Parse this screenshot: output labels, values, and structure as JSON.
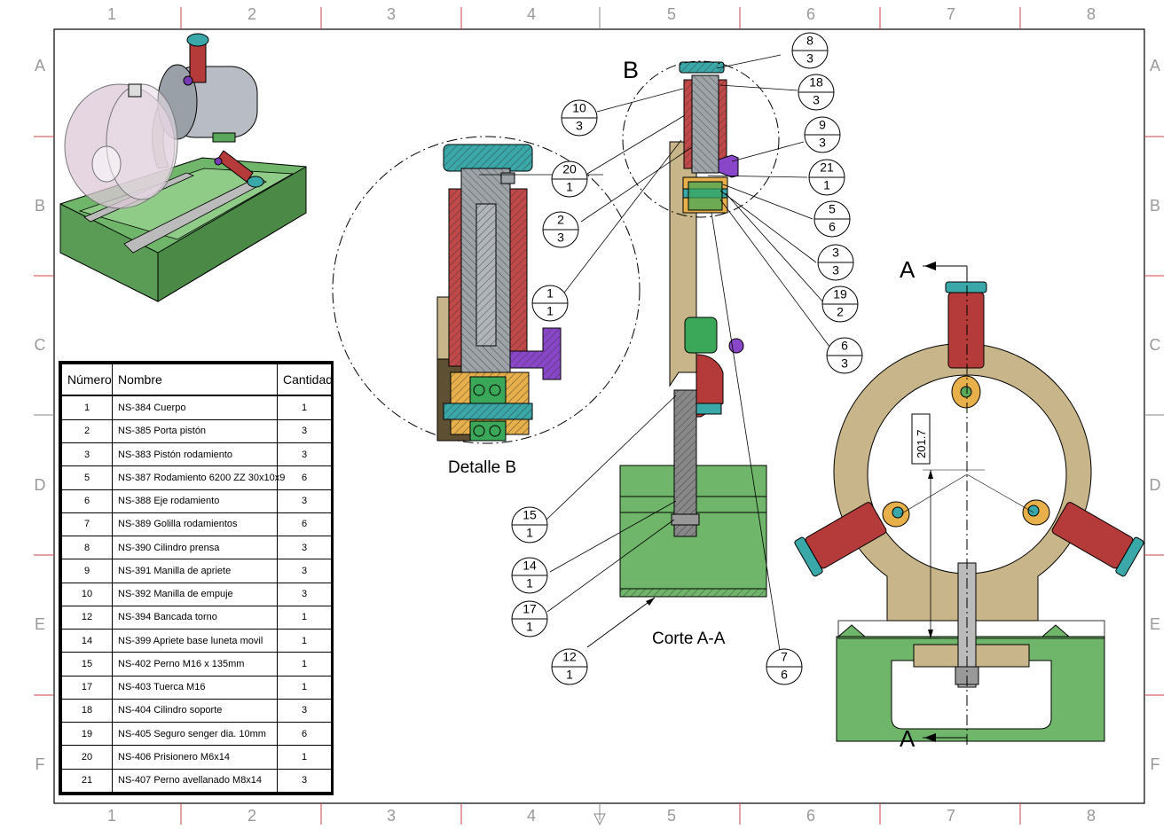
{
  "sheet": {
    "columns": [
      "1",
      "2",
      "3",
      "4",
      "5",
      "6",
      "7",
      "8"
    ],
    "rows": [
      "A",
      "B",
      "C",
      "D",
      "E",
      "F"
    ]
  },
  "views": {
    "detail_title": "Detalle B",
    "section_title": "Corte A-A",
    "detail_label": "B",
    "section_label_top": "A",
    "section_label_bottom": "A",
    "dimension": "201.7"
  },
  "balloons": [
    {
      "num": "8",
      "qty": "3"
    },
    {
      "num": "18",
      "qty": "3"
    },
    {
      "num": "10",
      "qty": "3"
    },
    {
      "num": "9",
      "qty": "3"
    },
    {
      "num": "20",
      "qty": "1"
    },
    {
      "num": "21",
      "qty": "1"
    },
    {
      "num": "2",
      "qty": "3"
    },
    {
      "num": "5",
      "qty": "6"
    },
    {
      "num": "3",
      "qty": "3"
    },
    {
      "num": "1",
      "qty": "1"
    },
    {
      "num": "19",
      "qty": "2"
    },
    {
      "num": "6",
      "qty": "3"
    },
    {
      "num": "15",
      "qty": "1"
    },
    {
      "num": "14",
      "qty": "1"
    },
    {
      "num": "17",
      "qty": "1"
    },
    {
      "num": "12",
      "qty": "1"
    },
    {
      "num": "7",
      "qty": "6"
    }
  ],
  "bom": {
    "headers": [
      "Número",
      "Nombre",
      "Cantidad"
    ],
    "rows": [
      [
        "1",
        "NS-384 Cuerpo",
        "1"
      ],
      [
        "2",
        "NS-385 Porta pistón",
        "3"
      ],
      [
        "3",
        "NS-383 Pistón rodamiento",
        "3"
      ],
      [
        "5",
        "NS-387 Rodamiento 6200 ZZ 30x10x9",
        "6"
      ],
      [
        "6",
        "NS-388 Eje rodamiento",
        "3"
      ],
      [
        "7",
        "NS-389 Golilla rodamientos",
        "6"
      ],
      [
        "8",
        "NS-390 Cilindro prensa",
        "3"
      ],
      [
        "9",
        "NS-391 Manilla de apriete",
        "3"
      ],
      [
        "10",
        "NS-392 Manilla de empuje",
        "3"
      ],
      [
        "12",
        "NS-394 Bancada torno",
        "1"
      ],
      [
        "14",
        "NS-399 Apriete base luneta movil",
        "1"
      ],
      [
        "15",
        "NS-402 Perno M16 x 135mm",
        "1"
      ],
      [
        "17",
        "NS-403 Tuerca M16",
        "1"
      ],
      [
        "18",
        "NS-404 Cilindro soporte",
        "3"
      ],
      [
        "19",
        "NS-405 Seguro senger dia. 10mm",
        "6"
      ],
      [
        "20",
        "NS-406 Prisionero M6x14",
        "1"
      ],
      [
        "21",
        "NS-407 Perno avellanado M8x14",
        "3"
      ]
    ]
  }
}
